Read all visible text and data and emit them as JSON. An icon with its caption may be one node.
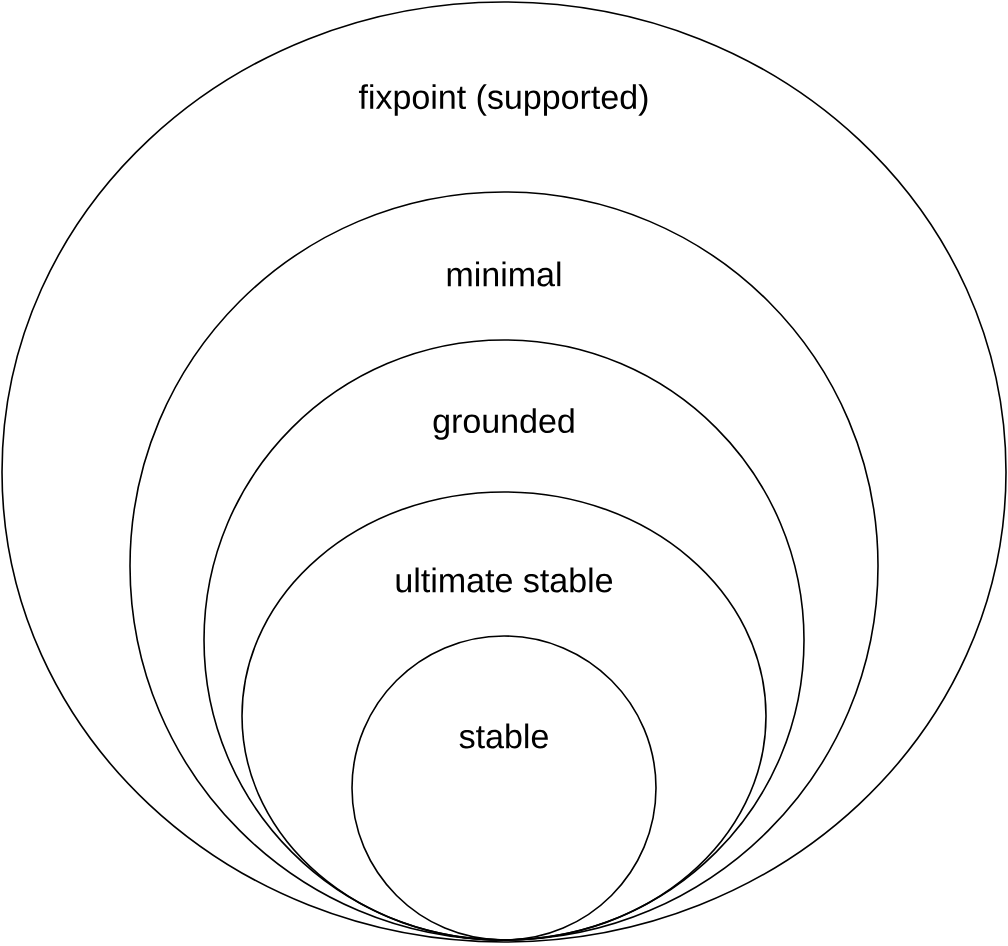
{
  "diagram": {
    "nodes": [
      {
        "text": [
          "fixpoint (supported)"
        ]
      },
      {
        "text": [
          "minimal"
        ],
        "in": 0
      },
      {
        "text": [
          "grounded"
        ],
        "in": 1
      },
      {
        "text": [
          "ultimate stable"
        ],
        "in": 2
      },
      {
        "text": [
          "stable"
        ],
        "in": 3
      }
    ]
  }
}
